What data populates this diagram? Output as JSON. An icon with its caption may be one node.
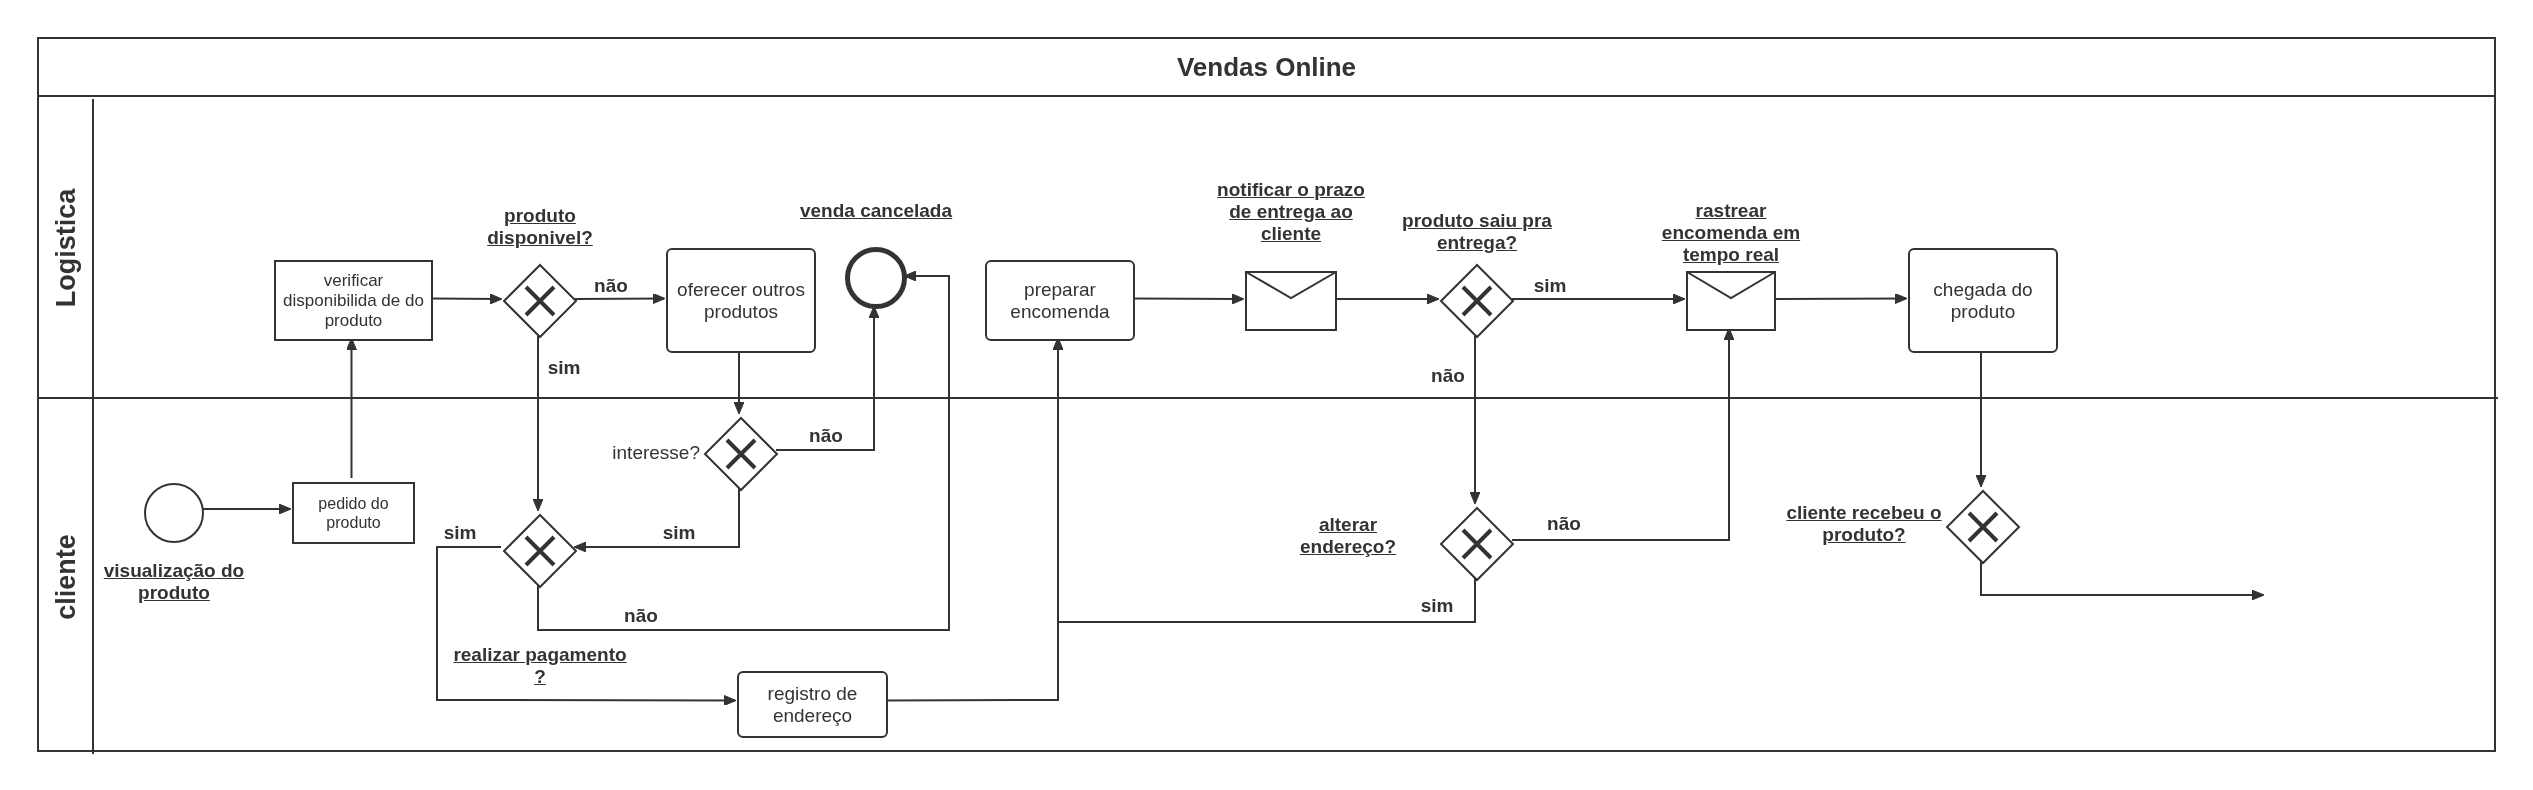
{
  "diagram": {
    "nodes": [
      {
        "text": [
          "Vendas Online"
        ]
      },
      {
        "text": [
          "Logistica"
        ],
        "in": 0
      },
      {
        "text": [
          "cliente"
        ],
        "in": 0
      },
      {
        "text": [
          "verificar disponibilida de do produto"
        ],
        "in": 1
      },
      {
        "text": [
          "produto disponivel?"
        ],
        "in": 1
      },
      {
        "text": [
          "oferecer outros produtos"
        ],
        "in": 1
      },
      {
        "text": [
          "venda cancelada"
        ],
        "in": 1
      },
      {
        "text": [
          "preparar encomenda"
        ],
        "in": 1
      },
      {
        "text": [
          "notificar o prazo de entrega ao cliente"
        ],
        "in": 1
      },
      {
        "text": [
          "produto saiu pra entrega?"
        ],
        "in": 1
      },
      {
        "text": [
          "rastrear encomenda em tempo real"
        ],
        "in": 1
      },
      {
        "text": [
          "chegada do produto"
        ],
        "in": 1
      },
      {
        "text": [
          "visualização do produto"
        ],
        "in": 2
      },
      {
        "text": [
          "pedido do produto"
        ],
        "in": 2
      },
      {
        "text": [
          "interesse?"
        ],
        "in": 2
      },
      {
        "text": [
          "realizar pagamento ?"
        ],
        "in": 2
      },
      {
        "text": [
          "registro de endereço"
        ],
        "in": 2
      },
      {
        "text": [
          "alterar endereço?"
        ],
        "in": 2
      },
      {
        "text": [
          "cliente recebeu o produto?"
        ],
        "in": 2
      }
    ],
    "edges": [
      {
        "from": 12,
        "to": 13,
        "arrow": "to"
      },
      {
        "from": 13,
        "to": 3,
        "arrow": "to"
      },
      {
        "from": 3,
        "to": 4,
        "arrow": "to"
      },
      {
        "from": 4,
        "to": 5,
        "arrow": "to",
        "label": "não"
      },
      {
        "from": 4,
        "to": 15,
        "arrow": "to",
        "label": "sim"
      },
      {
        "from": 5,
        "to": 14,
        "arrow": "to"
      },
      {
        "from": 14,
        "to": 6,
        "arrow": "to",
        "label": "não"
      },
      {
        "from": 14,
        "to": 15,
        "arrow": "to",
        "label": "sim"
      },
      {
        "from": 15,
        "to": 6,
        "arrow": "to",
        "label": "não"
      },
      {
        "from": 15,
        "to": 16,
        "arrow": "to",
        "label": "sim"
      },
      {
        "from": 16,
        "to": 7,
        "arrow": "to"
      },
      {
        "from": 7,
        "to": 8,
        "arrow": "to"
      },
      {
        "from": 8,
        "to": 9,
        "arrow": "to"
      },
      {
        "from": 9,
        "to": 10,
        "arrow": "to",
        "label": "sim"
      },
      {
        "from": 9,
        "to": 17,
        "arrow": "to",
        "label": "não"
      },
      {
        "from": 17,
        "to": 10,
        "arrow": "to",
        "label": "não"
      },
      {
        "from": 17,
        "to": 7,
        "arrow": "to",
        "label": "sim"
      },
      {
        "from": 10,
        "to": 11,
        "arrow": "to"
      },
      {
        "from": 11,
        "to": 18,
        "arrow": "to"
      },
      {
        "from": 18,
        "to": null,
        "arrow": "to"
      }
    ]
  }
}
